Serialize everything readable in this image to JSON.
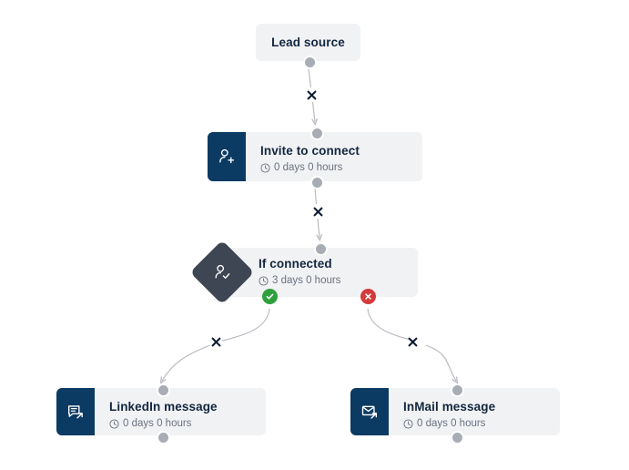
{
  "canvas": {
    "background": "#ffffff",
    "card_bg": "#f1f2f4",
    "icon_navy": "#0b3a63",
    "diamond_slate": "#3e4553",
    "port_gray": "#a8acb5",
    "edge_gray": "#b9bcc2",
    "yes_green": "#2fa13c",
    "no_red": "#d43b3b",
    "title_color": "#12263f",
    "sub_color": "#6b7280"
  },
  "nodes": [
    {
      "id": "lead-source",
      "title": "Lead source",
      "subtitle": "",
      "icon": "none",
      "shape": "card"
    },
    {
      "id": "invite-to-connect",
      "title": "Invite to connect",
      "subtitle": "0 days 0 hours",
      "icon": "person-add-icon",
      "shape": "card-with-icon"
    },
    {
      "id": "if-connected",
      "title": "If connected",
      "subtitle": "3 days 0 hours",
      "icon": "person-check-icon",
      "shape": "card-with-diamond"
    },
    {
      "id": "linkedin-message",
      "title": "LinkedIn message",
      "subtitle": "0 days 0 hours",
      "icon": "chat-bubble-arrow-icon",
      "shape": "card-with-icon"
    },
    {
      "id": "inmail-message",
      "title": "InMail message",
      "subtitle": "0 days 0 hours",
      "icon": "envelope-arrow-icon",
      "shape": "card-with-icon"
    }
  ],
  "branches": [
    {
      "id": "yes-branch",
      "label": "yes",
      "icon": "check-icon",
      "color": "#2fa13c"
    },
    {
      "id": "no-branch",
      "label": "no",
      "icon": "x-icon",
      "color": "#d43b3b"
    }
  ],
  "edges": [
    {
      "id": "edge-lead-to-invite",
      "from": "lead-source",
      "to": "invite-to-connect",
      "marker": "remove-x-icon"
    },
    {
      "id": "edge-invite-to-condition",
      "from": "invite-to-connect",
      "to": "if-connected",
      "marker": "remove-x-icon"
    },
    {
      "id": "edge-yes-to-linkedin",
      "from": "if-connected",
      "to": "linkedin-message",
      "marker": "remove-x-icon"
    },
    {
      "id": "edge-no-to-inmail",
      "from": "if-connected",
      "to": "inmail-message",
      "marker": "remove-x-icon"
    }
  ]
}
